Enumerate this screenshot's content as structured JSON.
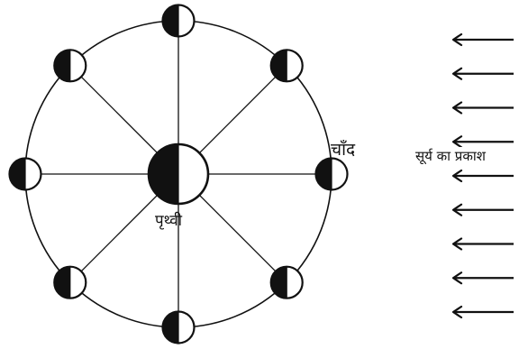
{
  "labels": {
    "moon": "चाँद",
    "earth": "पृथ्वी",
    "sunlight": "सूर्य का प्रकाश"
  },
  "diagram": {
    "moon_count": 8,
    "sunlight_arrow_count": 9,
    "sunlight_direction": "right-to-left",
    "illuminated_side": "right",
    "colors": {
      "line": "#111111",
      "dark_half": "#111111",
      "lit_half": "#ffffff",
      "background": "#ffffff"
    }
  }
}
